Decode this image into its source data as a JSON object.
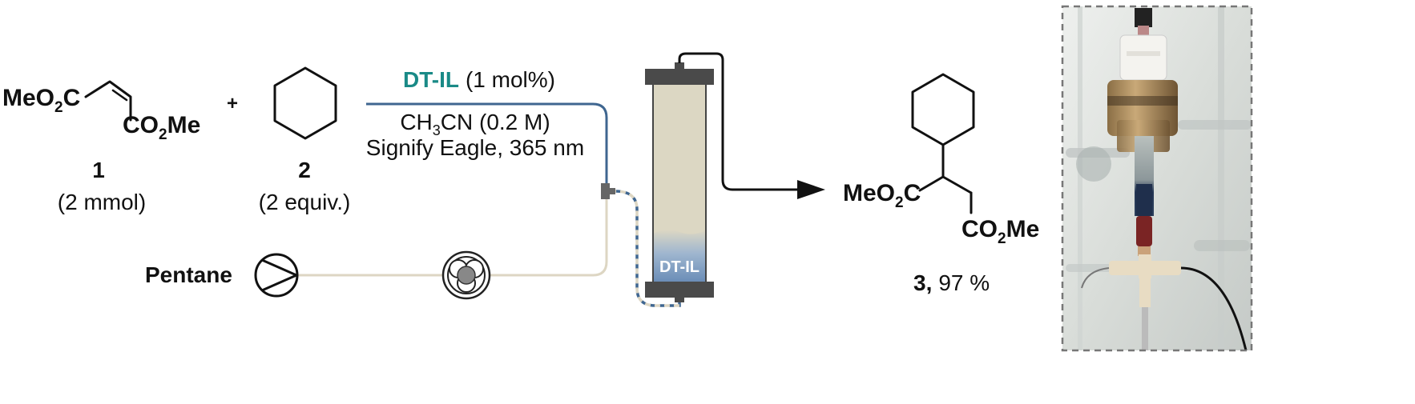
{
  "reagents": {
    "compound1": {
      "formula_left": "MeO",
      "formula_left_sub": "2",
      "formula_left_end": "C",
      "formula_right": "CO",
      "formula_right_sub": "2",
      "formula_right_end": "Me",
      "number": "1",
      "amount": "(2 mmol)"
    },
    "plus": "+",
    "compound2": {
      "number": "2",
      "amount": "(2 equiv.)"
    }
  },
  "conditions": {
    "catalyst": "DT-IL",
    "catalyst_loading": "(1 mol%)",
    "solvent_main": "CH",
    "solvent_sub": "3",
    "solvent_rest": "CN (0.2 M)",
    "light": "Signify Eagle, 365 nm",
    "catalyst_color": "#1a8a87"
  },
  "flow": {
    "pentane_label": "Pentane",
    "column_label": "DT-IL",
    "line_blue": "#3f6690",
    "line_beige": "#ddd6c3",
    "column_fill": "#dcd7c3",
    "column_bed": "#5a7fb0"
  },
  "product": {
    "left_group": "MeO",
    "left_sub": "2",
    "left_end": "C",
    "right_group": "CO",
    "right_sub": "2",
    "right_end": "Me",
    "number": "3,",
    "yield": "97 %"
  }
}
